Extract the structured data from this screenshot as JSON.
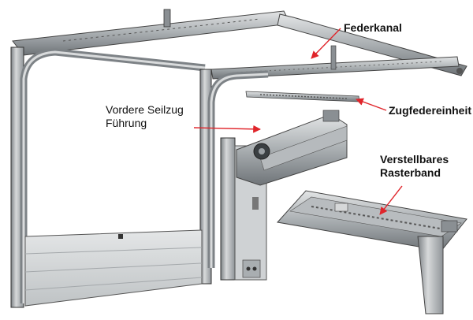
{
  "labels": {
    "federkanal": "Federkanal",
    "zugfedereinheit": "Zugfedereinheit",
    "vordere_line1": "Vordere Seilzug",
    "vordere_line2": "Führung",
    "verstell_line1": "Verstellbares",
    "verstell_line2": "Rasterband"
  },
  "colors": {
    "arrow": "#e0252b",
    "steel_light": "#c9ccce",
    "steel_mid": "#9ea3a6",
    "steel_dark": "#4f5457",
    "panel": "#d6d8d9"
  }
}
